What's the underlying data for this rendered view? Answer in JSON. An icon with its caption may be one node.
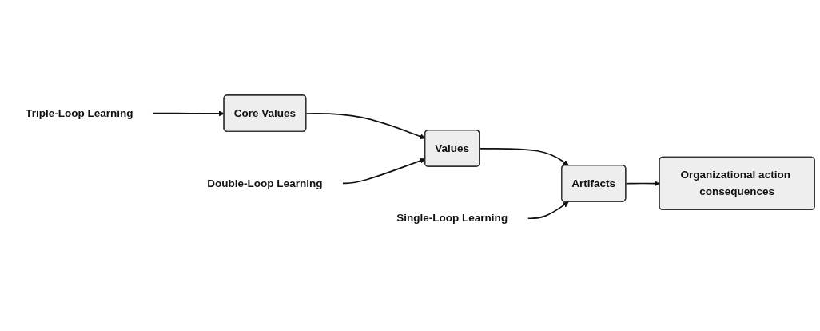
{
  "diagram": {
    "nodes": [
      {
        "text": [
          "Core Values"
        ]
      },
      {
        "text": [
          "Values"
        ]
      },
      {
        "text": [
          "Artifacts"
        ]
      },
      {
        "text": [
          "Organizational action consequences"
        ]
      },
      {
        "text": [
          "Single-Loop Learning"
        ]
      },
      {
        "text": [
          "Double-Loop Learning"
        ]
      },
      {
        "text": [
          "Triple-Loop Learning"
        ]
      }
    ],
    "edges": [
      {
        "from": 0,
        "to": 1,
        "arrow": "to"
      },
      {
        "from": 1,
        "to": 2,
        "arrow": "to"
      },
      {
        "from": 2,
        "to": 3,
        "arrow": "to"
      },
      {
        "from": 4,
        "to": 2,
        "arrow": "to"
      },
      {
        "from": 5,
        "to": 1,
        "arrow": "to"
      },
      {
        "from": 6,
        "to": 0,
        "arrow": "to"
      }
    ]
  }
}
